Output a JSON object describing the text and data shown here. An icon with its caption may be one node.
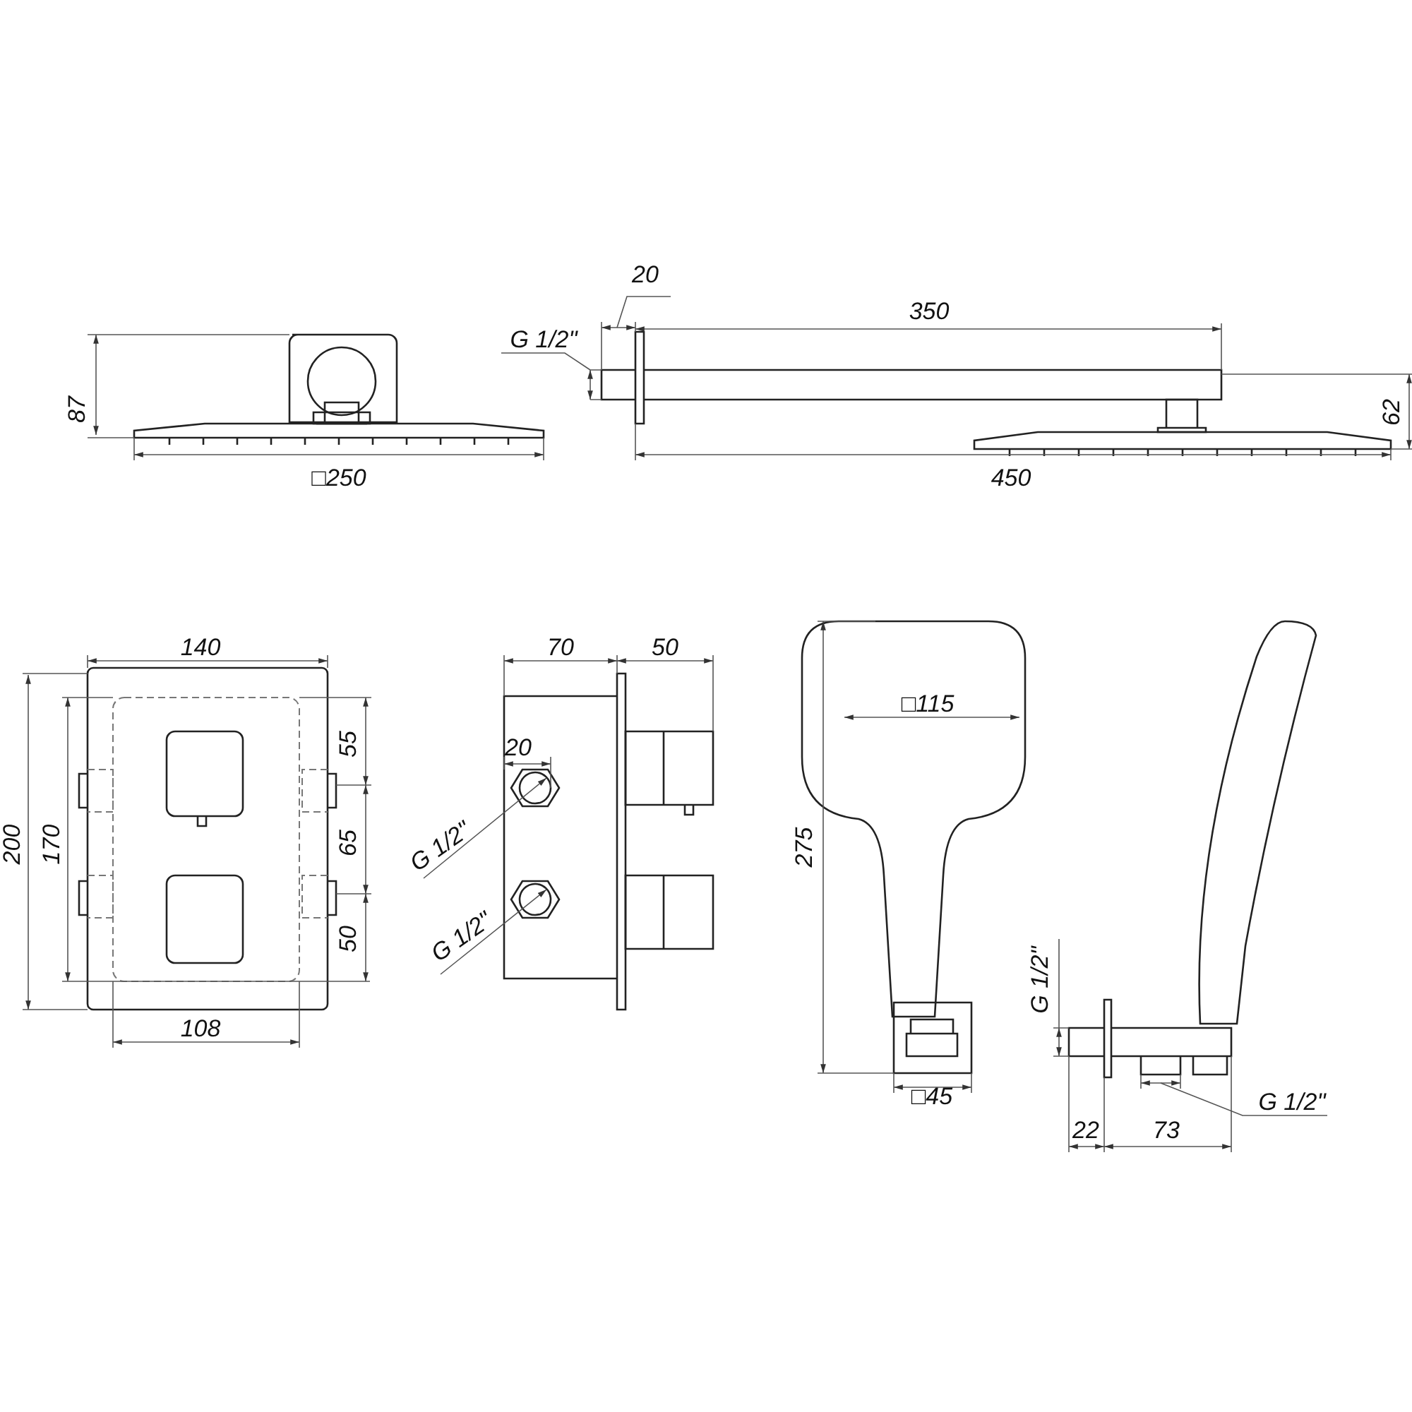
{
  "diagram": {
    "labels": [
      "87",
      "20",
      "G 1/2\"",
      "350",
      "62",
      "□250",
      "450",
      "140",
      "70",
      "50",
      "□115",
      "200",
      "170",
      "55",
      "20",
      "G 1/2\"",
      "65",
      "275",
      "G 1/2\"",
      "50",
      "G 1/2\"",
      "108",
      "□45",
      "G 1/2\"",
      "22",
      "73"
    ]
  }
}
